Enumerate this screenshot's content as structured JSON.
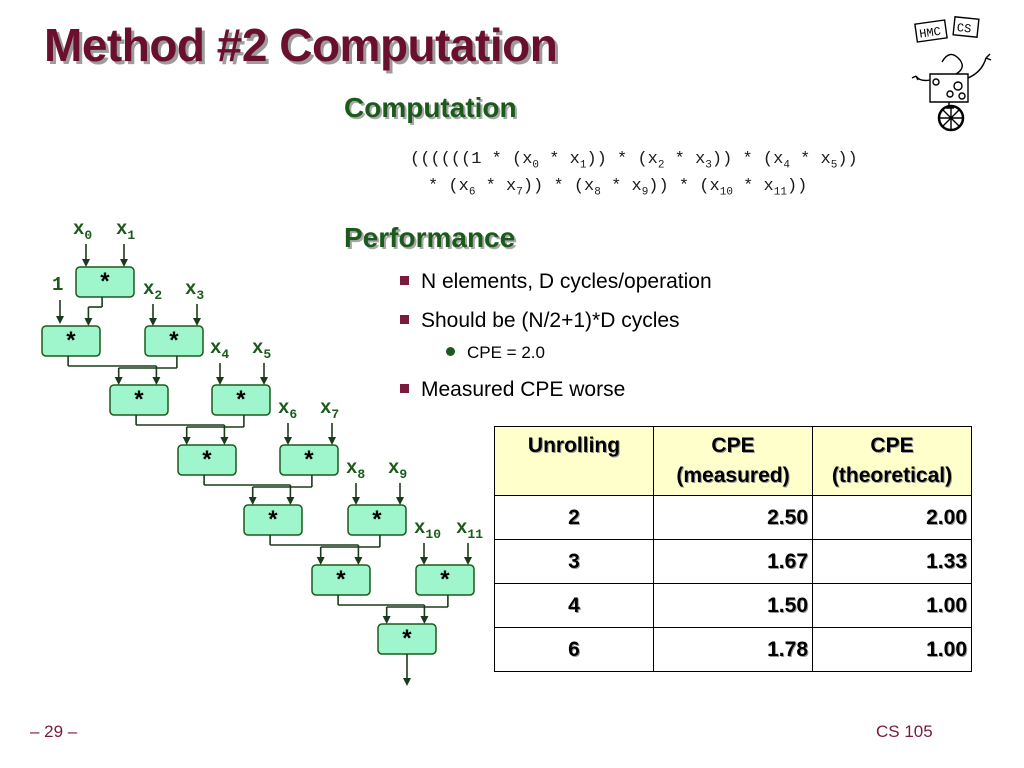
{
  "title": "Method #2 Computation",
  "computation_heading": "Computation",
  "formula": {
    "line1": [
      {
        "t": "((((((1 * (x"
      },
      {
        "s": "0"
      },
      {
        "t": " * x"
      },
      {
        "s": "1"
      },
      {
        "t": ")) * (x"
      },
      {
        "s": "2"
      },
      {
        "t": " * x"
      },
      {
        "s": "3"
      },
      {
        "t": ")) * (x"
      },
      {
        "s": "4"
      },
      {
        "t": " * x"
      },
      {
        "s": "5"
      },
      {
        "t": "))"
      }
    ],
    "line2": [
      {
        "t": "* (x"
      },
      {
        "s": "6"
      },
      {
        "t": " * x"
      },
      {
        "s": "7"
      },
      {
        "t": ")) * (x"
      },
      {
        "s": "8"
      },
      {
        "t": " * x"
      },
      {
        "s": "9"
      },
      {
        "t": ")) * (x"
      },
      {
        "s": "10"
      },
      {
        "t": " * x"
      },
      {
        "s": "11"
      },
      {
        "t": "))"
      }
    ]
  },
  "performance_heading": "Performance",
  "bullets": [
    "N elements, D cycles/operation",
    "Should be (N/2+1)*D cycles",
    "Measured CPE worse"
  ],
  "sub_bullets": [
    "CPE = 2.0"
  ],
  "table": {
    "headers": [
      {
        "l1": "Unrolling",
        "l2": ""
      },
      {
        "l1": "CPE",
        "l2": "(measured)"
      },
      {
        "l1": "CPE",
        "l2": "(theoretical)"
      }
    ],
    "rows": [
      [
        "2",
        "2.50",
        "2.00"
      ],
      [
        "3",
        "1.67",
        "1.33"
      ],
      [
        "4",
        "1.50",
        "1.00"
      ],
      [
        "6",
        "1.78",
        "1.00"
      ]
    ]
  },
  "diagram": {
    "op_symbol": "*",
    "one_label": "1",
    "inputs": [
      {
        "b": "x",
        "s": "0"
      },
      {
        "b": "x",
        "s": "1"
      },
      {
        "b": "x",
        "s": "2"
      },
      {
        "b": "x",
        "s": "3"
      },
      {
        "b": "x",
        "s": "4"
      },
      {
        "b": "x",
        "s": "5"
      },
      {
        "b": "x",
        "s": "6"
      },
      {
        "b": "x",
        "s": "7"
      },
      {
        "b": "x",
        "s": "8"
      },
      {
        "b": "x",
        "s": "9"
      },
      {
        "b": "x",
        "s": "10"
      },
      {
        "b": "x",
        "s": "11"
      }
    ],
    "colors": {
      "box_fill": "#9ff5cc",
      "box_stroke": "#1b5a1b",
      "label": "#1b5a1b",
      "wire": "#1b3a1b"
    }
  },
  "logo": {
    "text_left": "HMC",
    "text_right": "CS"
  },
  "footer": {
    "page": "– 29 –",
    "course": "CS 105"
  },
  "colors": {
    "title": "#6b0f2f",
    "heading": "#1b5a1b",
    "bullet_marker": "#7a1b3a",
    "table_header_bg": "#ffffcc"
  }
}
